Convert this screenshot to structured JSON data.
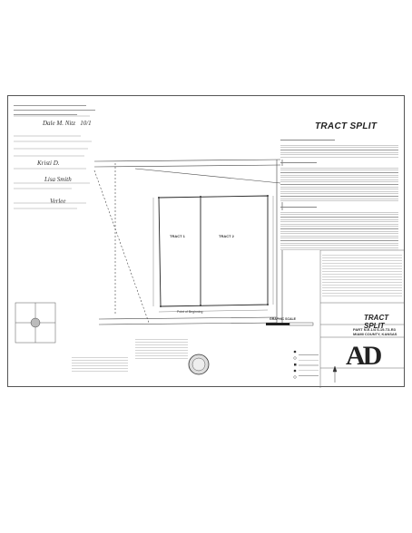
{
  "sheet": {
    "title": "TRACT SPLIT",
    "title_block_title": "TRACT SPLIT",
    "title_block_sub": "PART N.E.1/4 S.19-T3-R3",
    "title_block_county": "MIAMI COUNTY, KANSAS",
    "tract_1": "TRACT 1",
    "tract_2": "TRACT 2",
    "point_of_beginning": "Point of Beginning",
    "graphic_scale": "GRAPHIC SCALE",
    "logo_text": "AD"
  }
}
